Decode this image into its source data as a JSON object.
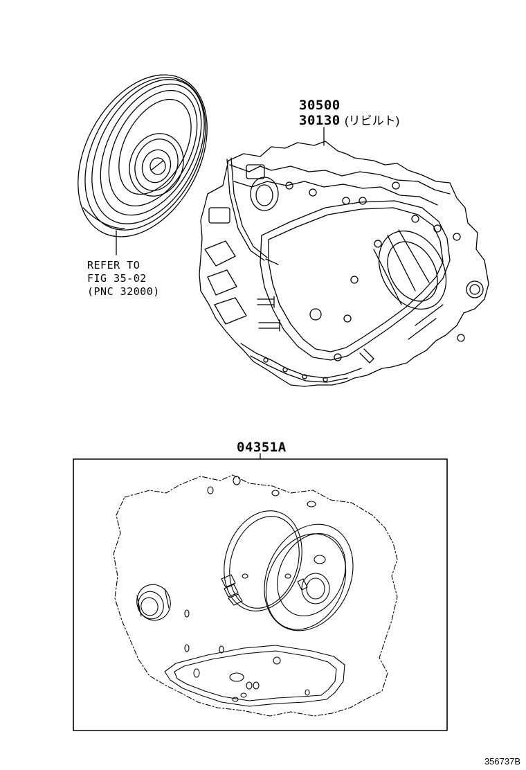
{
  "labels": {
    "part_30500": "30500",
    "part_30130": "30130",
    "part_30130_note": "(リビルト)",
    "ref_line1": "REFER TO",
    "ref_line2": "FIG 35-02",
    "ref_line3": "(PNC 32000)",
    "kit_part": "04351A",
    "figure_id": "356737B"
  }
}
